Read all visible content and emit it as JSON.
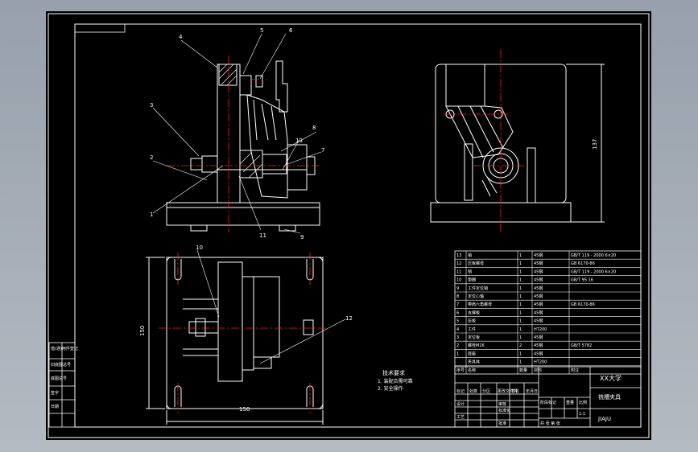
{
  "balloons": [
    "1",
    "2",
    "3",
    "4",
    "5",
    "6",
    "8",
    "13",
    "7",
    "11",
    "9",
    "10",
    "12"
  ],
  "dims": {
    "width": "150",
    "side_height": "137",
    "left_height": "150"
  },
  "notes": {
    "title": "技术要求",
    "line1": "1. 装配合需可靠",
    "line2": "2. 安全操作"
  },
  "bom": {
    "rows": [
      {
        "no": "13",
        "name": "销",
        "qty": "1",
        "mat": "45钢",
        "std": "GB/T 119 - 2000 6×20"
      },
      {
        "no": "12",
        "name": "压板螺母",
        "qty": "1",
        "mat": "45钢",
        "std": "GB 6170-86"
      },
      {
        "no": "11",
        "name": "销",
        "qty": "1",
        "mat": "45钢",
        "std": "GB/T 119 - 2000 6×20"
      },
      {
        "no": "10",
        "name": "垫圈",
        "qty": "1",
        "mat": "45钢",
        "std": "GB/T 95 16"
      },
      {
        "no": "9",
        "name": "工件定位销",
        "qty": "1",
        "mat": "45钢",
        "std": ""
      },
      {
        "no": "8",
        "name": "定位心轴",
        "qty": "1",
        "mat": "45钢",
        "std": ""
      },
      {
        "no": "7",
        "name": "带肩六角螺母",
        "qty": "1",
        "mat": "45钢",
        "std": "GB 6170-86"
      },
      {
        "no": "6",
        "name": "支撑板",
        "qty": "1",
        "mat": "45钢",
        "std": ""
      },
      {
        "no": "5",
        "name": "压板",
        "qty": "1",
        "mat": "45钢",
        "std": ""
      },
      {
        "no": "4",
        "name": "工件",
        "qty": "1",
        "mat": "HT200",
        "std": ""
      },
      {
        "no": "3",
        "name": "定位板",
        "qty": "1",
        "mat": "45钢",
        "std": ""
      },
      {
        "no": "2",
        "name": "螺栓M16",
        "qty": "2",
        "mat": "45钢",
        "std": "GB/T 5782"
      },
      {
        "no": "1",
        "name": "底座",
        "qty": "1",
        "mat": "45钢",
        "std": ""
      },
      {
        "no": "",
        "name": "夹具体",
        "qty": "1",
        "mat": "HT200",
        "std": ""
      }
    ],
    "header": {
      "no": "序号",
      "name": "名称",
      "qty": "数量",
      "mat": "材料",
      "std": "附注"
    }
  },
  "title_block": {
    "school": "XX大学",
    "drawing_name": "铣槽夹具",
    "code": "JIAJU",
    "scale_row": "比例",
    "sheet": "共 张 第 张",
    "labels": [
      "标记",
      "处数",
      "分区",
      "更改文件号",
      "签名",
      "年月日"
    ],
    "roles": [
      "设计",
      "审核",
      "工艺",
      "标准化",
      "批准"
    ],
    "stage": "阶段标记",
    "weight": "重量",
    "scale_val": "1:1"
  },
  "left_strip": [
    "借(通)用件登记",
    "旧底图总号",
    "底图总号",
    "签字",
    "日期"
  ]
}
